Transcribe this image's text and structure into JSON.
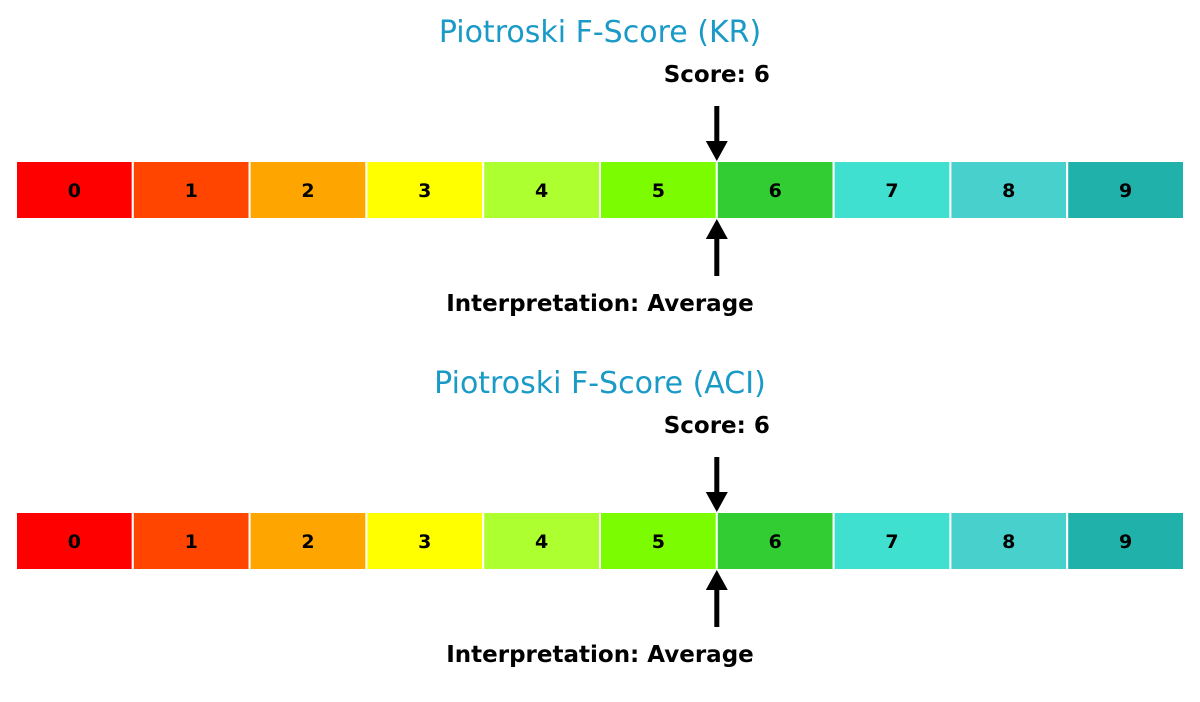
{
  "chart_data": [
    {
      "type": "gauge",
      "title": "Piotroski F-Score (KR)",
      "score_label": "Score: 6",
      "interpretation_label": "Interpretation: Average",
      "score": 6,
      "categories": [
        "0",
        "1",
        "2",
        "3",
        "4",
        "5",
        "6",
        "7",
        "8",
        "9"
      ],
      "segment_colors": [
        "#ff0000",
        "#ff4500",
        "#ffa500",
        "#ffff00",
        "#adff2f",
        "#7cfc00",
        "#32cd32",
        "#40e0d0",
        "#48d1cc",
        "#20b2aa"
      ],
      "title_color": "#1a9ac7"
    },
    {
      "type": "gauge",
      "title": "Piotroski F-Score (ACI)",
      "score_label": "Score: 6",
      "interpretation_label": "Interpretation: Average",
      "score": 6,
      "categories": [
        "0",
        "1",
        "2",
        "3",
        "4",
        "5",
        "6",
        "7",
        "8",
        "9"
      ],
      "segment_colors": [
        "#ff0000",
        "#ff4500",
        "#ffa500",
        "#ffff00",
        "#adff2f",
        "#7cfc00",
        "#32cd32",
        "#40e0d0",
        "#48d1cc",
        "#20b2aa"
      ],
      "title_color": "#1a9ac7"
    }
  ]
}
